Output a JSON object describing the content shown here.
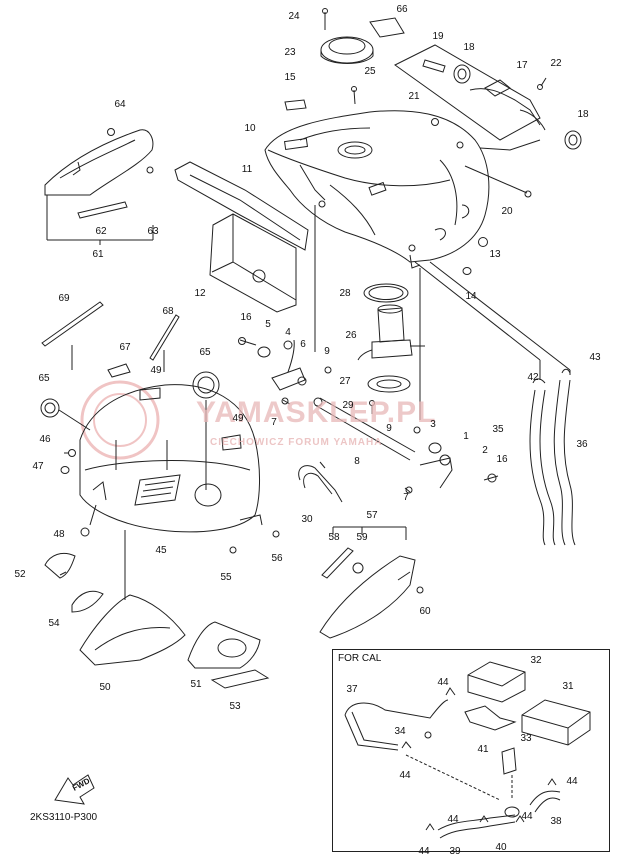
{
  "diagram": {
    "code": "2KS3110-P300",
    "inset_title": "FOR CAL",
    "fwd_label": "FWD",
    "watermark": "YAMASKLEP.PL",
    "watermark_sub": "CIECHOWICZ FORUM YAMAHA",
    "labels": [
      {
        "id": "l24",
        "text": "24"
      },
      {
        "id": "l66",
        "text": "66"
      },
      {
        "id": "l23",
        "text": "23"
      },
      {
        "id": "l19",
        "text": "19"
      },
      {
        "id": "l18a",
        "text": "18"
      },
      {
        "id": "l22",
        "text": "22"
      },
      {
        "id": "l25",
        "text": "25"
      },
      {
        "id": "l15",
        "text": "15"
      },
      {
        "id": "l17",
        "text": "17"
      },
      {
        "id": "l21",
        "text": "21"
      },
      {
        "id": "l18b",
        "text": "18"
      },
      {
        "id": "l64",
        "text": "64"
      },
      {
        "id": "l10",
        "text": "10"
      },
      {
        "id": "l11",
        "text": "11"
      },
      {
        "id": "l20",
        "text": "20"
      },
      {
        "id": "l62",
        "text": "62"
      },
      {
        "id": "l63",
        "text": "63"
      },
      {
        "id": "l61",
        "text": "61"
      },
      {
        "id": "l13",
        "text": "13"
      },
      {
        "id": "l12",
        "text": "12"
      },
      {
        "id": "l14",
        "text": "14"
      },
      {
        "id": "l28",
        "text": "28"
      },
      {
        "id": "l69",
        "text": "69"
      },
      {
        "id": "l68",
        "text": "68"
      },
      {
        "id": "l16a",
        "text": "16"
      },
      {
        "id": "l5",
        "text": "5"
      },
      {
        "id": "l4",
        "text": "4"
      },
      {
        "id": "l26",
        "text": "26"
      },
      {
        "id": "l67",
        "text": "67"
      },
      {
        "id": "l65a",
        "text": "65"
      },
      {
        "id": "l6",
        "text": "6"
      },
      {
        "id": "l9a",
        "text": "9"
      },
      {
        "id": "l43",
        "text": "43"
      },
      {
        "id": "l42",
        "text": "42"
      },
      {
        "id": "l65b",
        "text": "65"
      },
      {
        "id": "l49a",
        "text": "49"
      },
      {
        "id": "l27",
        "text": "27"
      },
      {
        "id": "l7a",
        "text": "7"
      },
      {
        "id": "l29",
        "text": "29"
      },
      {
        "id": "l49b",
        "text": "49"
      },
      {
        "id": "l35",
        "text": "35"
      },
      {
        "id": "l36",
        "text": "36"
      },
      {
        "id": "l9b",
        "text": "9"
      },
      {
        "id": "l3",
        "text": "3"
      },
      {
        "id": "l1",
        "text": "1"
      },
      {
        "id": "l46",
        "text": "46"
      },
      {
        "id": "l2",
        "text": "2"
      },
      {
        "id": "l16b",
        "text": "16"
      },
      {
        "id": "l8",
        "text": "8"
      },
      {
        "id": "l47",
        "text": "47"
      },
      {
        "id": "l7b",
        "text": "7"
      },
      {
        "id": "l30",
        "text": "30"
      },
      {
        "id": "l57",
        "text": "57"
      },
      {
        "id": "l48",
        "text": "48"
      },
      {
        "id": "l58",
        "text": "58"
      },
      {
        "id": "l59",
        "text": "59"
      },
      {
        "id": "l45",
        "text": "45"
      },
      {
        "id": "l56",
        "text": "56"
      },
      {
        "id": "l55",
        "text": "55"
      },
      {
        "id": "l52",
        "text": "52"
      },
      {
        "id": "l60",
        "text": "60"
      },
      {
        "id": "l54",
        "text": "54"
      },
      {
        "id": "l50",
        "text": "50"
      },
      {
        "id": "l51",
        "text": "51"
      },
      {
        "id": "l53",
        "text": "53"
      },
      {
        "id": "l32",
        "text": "32"
      },
      {
        "id": "l37",
        "text": "37"
      },
      {
        "id": "l44a",
        "text": "44"
      },
      {
        "id": "l31",
        "text": "31"
      },
      {
        "id": "l34",
        "text": "34"
      },
      {
        "id": "l33",
        "text": "33"
      },
      {
        "id": "l41",
        "text": "41"
      },
      {
        "id": "l44b",
        "text": "44"
      },
      {
        "id": "l44c",
        "text": "44"
      },
      {
        "id": "l44d",
        "text": "44"
      },
      {
        "id": "l38",
        "text": "38"
      },
      {
        "id": "l44e",
        "text": "44"
      },
      {
        "id": "l44f",
        "text": "44"
      },
      {
        "id": "l39",
        "text": "39"
      },
      {
        "id": "l40",
        "text": "40"
      }
    ]
  }
}
